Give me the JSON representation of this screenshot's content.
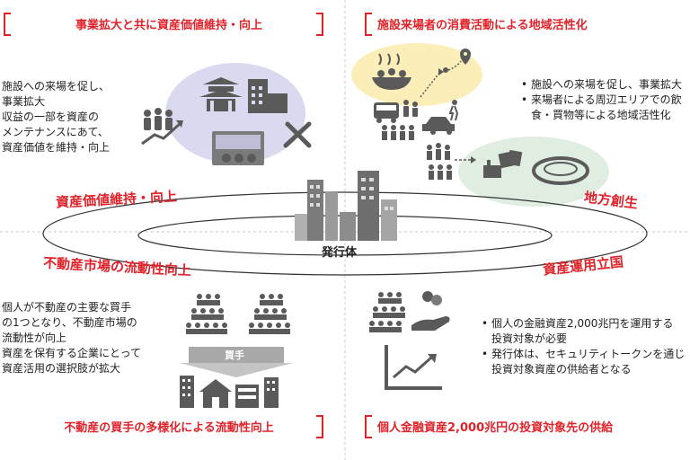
{
  "top_left": {
    "title": "事業拡大と共に資産価値維持・向上",
    "text1": "施設への来場を促し、",
    "text2": "事業拡大",
    "text3": "収益の一部を資産の",
    "text4": "メンテナンスにあて、",
    "text5": "資産価値を維持・向上"
  },
  "top_right": {
    "title": "施設来場者の消費活動による地域活性化",
    "bullets": [
      "施設への来場を促し、事業拡大",
      "来場者による周辺エリアでの飲",
      "食・買物等による地域活性化"
    ]
  },
  "center": {
    "label": "発行体"
  },
  "ring_labels": {
    "upper_left": "資産価値維持・向上",
    "upper_right": "地方創生",
    "lower_left": "不動産市場の流動性向上",
    "lower_right": "資産運用立国"
  },
  "bottom_left": {
    "title": "不動産の買手の多様化による流動性向上",
    "text1": "個人が不動産の主要な買手",
    "text2": "の1つとなり、不動産市場の",
    "text3": "流動性が向上",
    "text4": "資産を保有する企業にとって",
    "text5": "資産活用の選択肢が拡大",
    "arrow_label": "買手"
  },
  "bottom_right": {
    "title": "個人金融資産2,000兆円の投資対象先の供給",
    "bullets": [
      "個人の金融資産2,000兆円を運用する",
      "投資対象が必要",
      "発行体は、セキュリティトークンを通じ",
      "投資対象資産の供給者となる"
    ]
  },
  "colors": {
    "accent": "#e0232a",
    "icon_gray": "#5a5a5a",
    "bubble_purple": "#d9d9ef",
    "bubble_yellow": "#fbeeb8",
    "bubble_green": "#dfeee0"
  }
}
